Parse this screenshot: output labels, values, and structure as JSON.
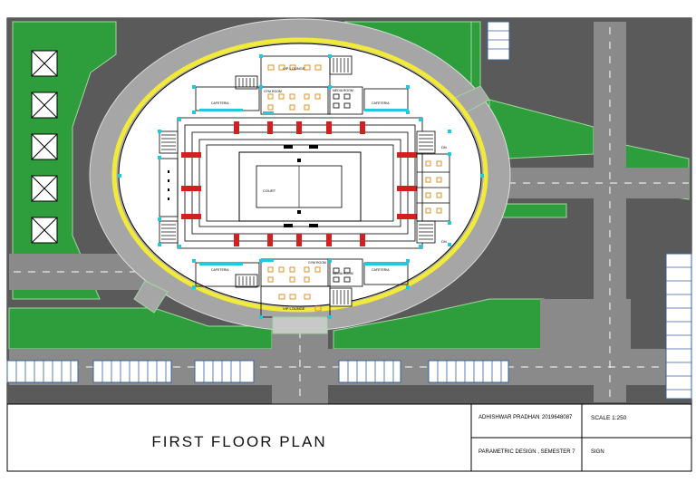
{
  "title_block": {
    "plan_title": "FIRST FLOOR PLAN",
    "author": "ADHISHWAR PRADHAN",
    "roll_no": "2019648087",
    "course": "PARAMETRIC DESIGN , SEMESTER 7",
    "scale": "SCALE 1:250",
    "sign": "SIGN"
  },
  "plan_labels": {
    "court": "COURT",
    "vip_lounge_top": "VIP LOUNGE",
    "vip_lounge_bottom": "VIP LOUNGE",
    "gym_top": "GYM ROOM",
    "gym_bottom": "GYM ROOM",
    "media_room_top": "MEDIA ROOM",
    "media_room_bottom": "MEDIA ROOM",
    "cafeteria_top_left": "CAFETERIA",
    "cafeteria_top_right": "CAFETERIA",
    "cafeteria_bottom_left": "CAFETERIA",
    "cafeteria_bottom_right": "CAFETERIA",
    "dn_right_top": "DN",
    "dn_right_bottom": "DN"
  },
  "colors": {
    "green": "#2e9e3c",
    "dark_gray": "#5a5a5a",
    "road_gray": "#8a8a8a",
    "ring_gray": "#a6a6a6",
    "yellow": "#f2ea3a",
    "cyan": "#20c8e0",
    "red": "#d02020"
  }
}
